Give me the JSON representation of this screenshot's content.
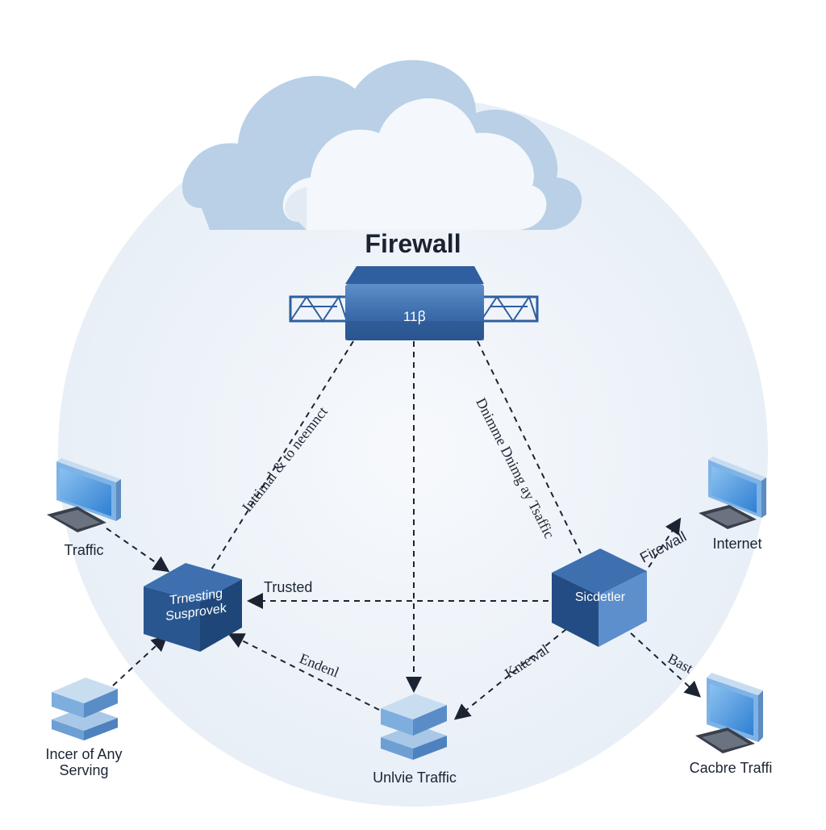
{
  "title": "Firewall",
  "firewall_device_label": "11ꞵ",
  "nodes": {
    "left_hub": {
      "line1": "Trnesting",
      "line2": "Susprovek"
    },
    "right_hub": {
      "label": "Sicdetler"
    }
  },
  "endpoints": {
    "top_left_computer": "Traffic",
    "bottom_left_server": {
      "line1": "Incer of Any",
      "line2": "Serving"
    },
    "bottom_server": "Unlvie Traffic",
    "top_right_computer": "Internet",
    "bottom_right_computer": "Cacbre Traffi"
  },
  "edge_labels": {
    "left_diagonal": "Inttimal  & to neemnct",
    "right_diagonal": "Dnimme Dnimg ay Tsaffic",
    "horizontal": "Trusted",
    "bottom_left_edge": "Endenl",
    "bottom_right_edge": "Kntewal",
    "right_up_edge": "Firewall",
    "right_down_edge": "Bast"
  },
  "colors": {
    "accent_blue": "#2f5f9e",
    "light_blue": "#a9c8e8",
    "background_circle": "#eef3f9",
    "cloud_back": "#b9d0e6"
  },
  "icons": [
    "cloud-icon",
    "firewall-device-icon",
    "computer-icon",
    "server-stack-icon",
    "cube-node-icon"
  ]
}
